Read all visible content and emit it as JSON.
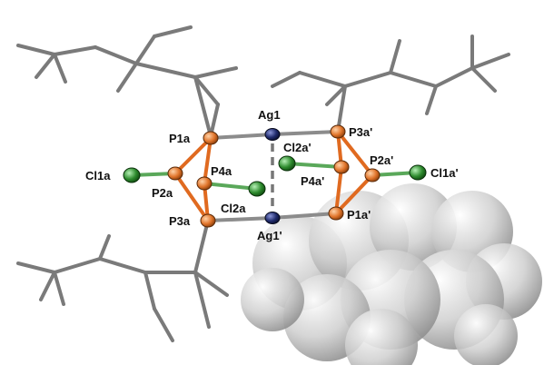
{
  "atom_labels": {
    "ag1": "Ag1",
    "ag1p": "Ag1'",
    "p1a": "P1a",
    "p2a": "P2a",
    "p3a": "P3a",
    "p4a": "P4a",
    "cl1a": "Cl1a",
    "cl2a": "Cl2a",
    "p1ap": "P1a'",
    "p2ap": "P2a'",
    "p3ap": "P3a'",
    "p4ap": "P4a'",
    "cl1ap": "Cl1a'",
    "cl2ap": "Cl2a'"
  },
  "colors": {
    "phosphorus": "#e0742a",
    "silver": "#1f2a6b",
    "chlorine": "#2e8b2e",
    "bond_p": "#e06a20",
    "bond_gray": "#8c8c8c",
    "stick": "#7a7a7a",
    "hydrogen": "#d8d8d8",
    "spacefill": "#bdbdbd"
  }
}
